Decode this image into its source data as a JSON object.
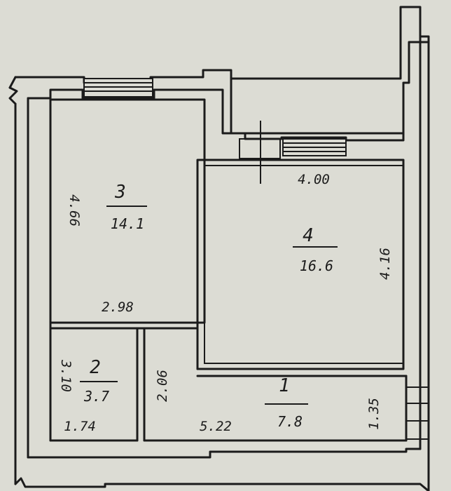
{
  "rooms": [
    {
      "number": "1",
      "area": "7.8",
      "dims": [
        "5.22",
        "1.35"
      ]
    },
    {
      "number": "2",
      "area": "3.7",
      "dims": [
        "3.10",
        "1.74"
      ]
    },
    {
      "number": "3",
      "area": "14.1",
      "dims": [
        "4.66",
        "2.98"
      ]
    },
    {
      "number": "4",
      "area": "16.6",
      "dims": [
        "4.00",
        "4.16"
      ]
    }
  ],
  "misc_dims": [
    "2.06"
  ]
}
